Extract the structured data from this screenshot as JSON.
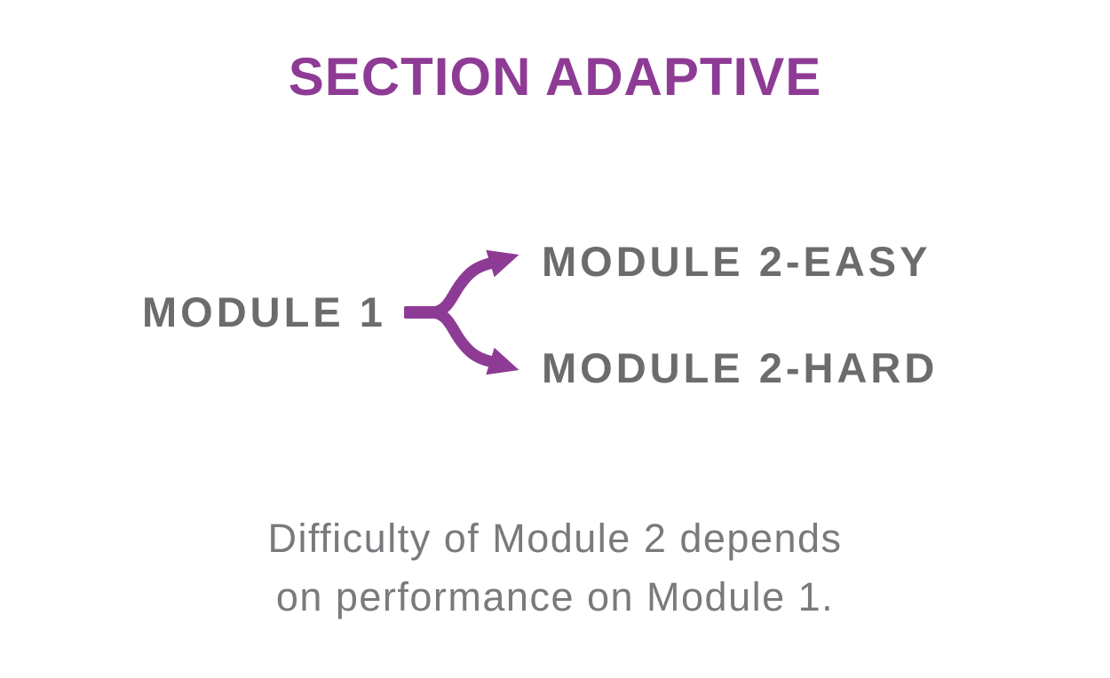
{
  "title": "SECTION ADAPTIVE",
  "diagram": {
    "source_label": "MODULE 1",
    "easy_label": "MODULE 2-EASY",
    "hard_label": "MODULE 2-HARD",
    "arrow_icon": "branch-fork-arrow"
  },
  "caption": {
    "line1": "Difficulty of Module 2 depends",
    "line2": "on performance on Module 1."
  },
  "colors": {
    "accent_purple": "#8e3b95",
    "label_gray": "#6b6c6e",
    "caption_gray": "#797a7d",
    "background": "#ffffff"
  }
}
